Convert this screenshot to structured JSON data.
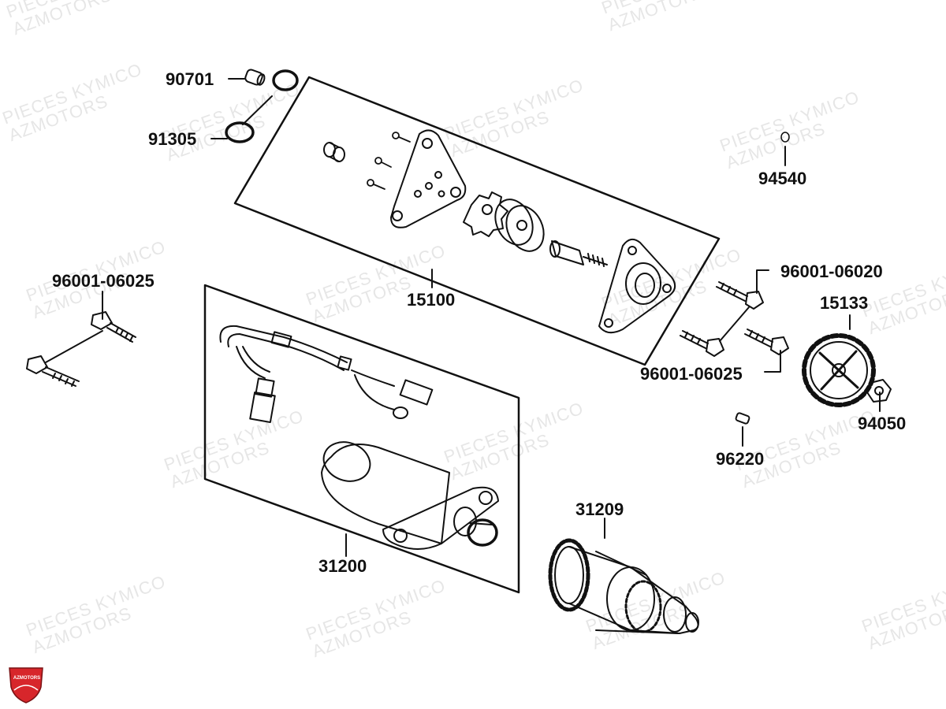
{
  "diagram": {
    "part_labels": {
      "p90701": "90701",
      "p91305": "91305",
      "p94540": "94540",
      "p96001_06025_left": "96001-06025",
      "p15100": "15100",
      "p96001_06020": "96001-06020",
      "p15133": "15133",
      "p96001_06025_right": "96001-06025",
      "p94050": "94050",
      "p96220": "96220",
      "p31209": "31209",
      "p31200": "31200"
    },
    "watermark": {
      "line1": "PIECES KYMICO",
      "line2": "AZMOTORS"
    },
    "logo": {
      "text": "AZMOTORS",
      "color": "#d7262b"
    }
  }
}
